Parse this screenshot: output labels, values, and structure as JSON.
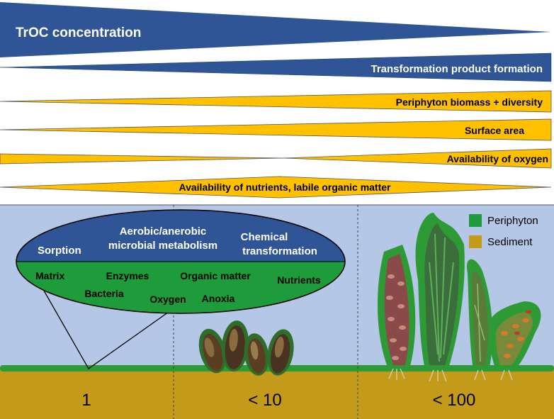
{
  "gradients": {
    "troc": "TrOC concentration",
    "transformation": "Transformation product formation",
    "periphyton": "Periphyton biomass + diversity",
    "surface": "Surface area",
    "oxygen": "Availability of oxygen",
    "nutrients": "Availability of nutrients, labile organic matter"
  },
  "biofilm": {
    "processes": [
      "Sorption",
      "Aerobic/anerobic",
      "microbial metabolism",
      "Chemical",
      "transformation"
    ],
    "components": [
      "Matrix",
      "Enzymes",
      "Organic matter",
      "Nutrients",
      "Bacteria",
      "Oxygen",
      "Anoxia"
    ]
  },
  "legend": {
    "periphyton": "Periphyton",
    "sediment": "Sediment"
  },
  "scales": [
    "1",
    "< 10",
    "< 100"
  ],
  "colors": {
    "blue": "#2f5597",
    "yellow": "#ffc000",
    "green": "#1e9b3b",
    "sediment": "#c49a1a",
    "water": "#b4c7e7"
  }
}
